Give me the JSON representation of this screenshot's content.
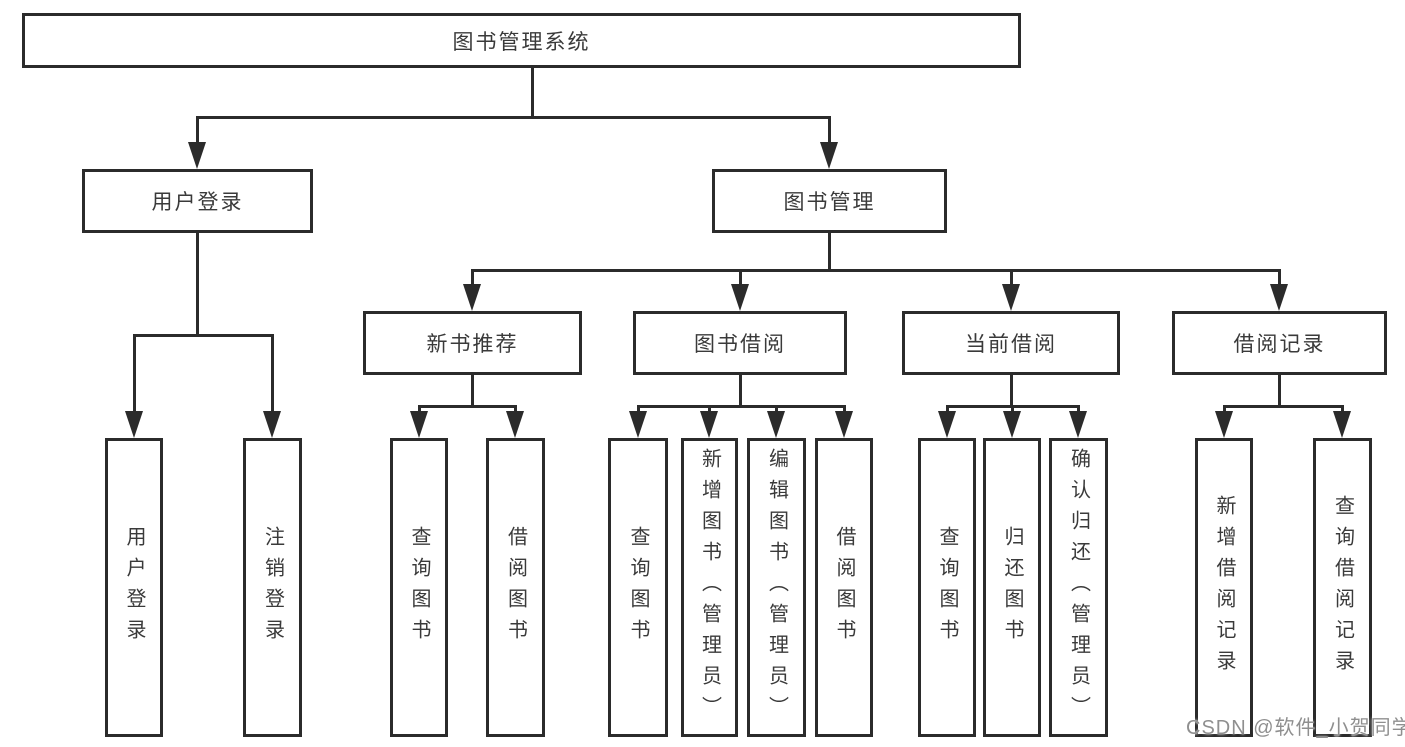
{
  "diagram_type": "hierarchy-tree",
  "colors": {
    "line": "#2b2b2b",
    "text": "#3a3a3a",
    "box_background": "#ffffff",
    "watermark_text": "#8f8f8f"
  },
  "tree": {
    "label": "图书管理系统",
    "children": [
      {
        "label": "用户登录",
        "children": [
          {
            "label": "用户登录"
          },
          {
            "label": "注销登录"
          }
        ]
      },
      {
        "label": "图书管理",
        "children": [
          {
            "label": "新书推荐",
            "children": [
              {
                "label": "查询图书"
              },
              {
                "label": "借阅图书"
              }
            ]
          },
          {
            "label": "图书借阅",
            "children": [
              {
                "label": "查询图书"
              },
              {
                "label": "新增图书（管理员）"
              },
              {
                "label": "编辑图书（管理员）"
              },
              {
                "label": "借阅图书"
              }
            ]
          },
          {
            "label": "当前借阅",
            "children": [
              {
                "label": "查询图书"
              },
              {
                "label": "归还图书"
              },
              {
                "label": "确认归还（管理员）"
              }
            ]
          },
          {
            "label": "借阅记录",
            "children": [
              {
                "label": "新增借阅记录"
              },
              {
                "label": "查询借阅记录"
              }
            ]
          }
        ]
      }
    ]
  },
  "watermark": "CSDN @软件_小贺同学"
}
